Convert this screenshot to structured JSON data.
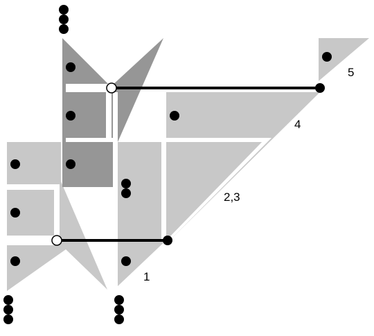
{
  "colors": {
    "background": "#ffffff",
    "light_gray": "#c8c8c8",
    "dark_gray": "#969696",
    "ink": "#000000",
    "open_node": "#ffffff"
  },
  "labels": {
    "label_1": "1",
    "label_23": "2,3",
    "label_4": "4",
    "label_5": "5"
  }
}
